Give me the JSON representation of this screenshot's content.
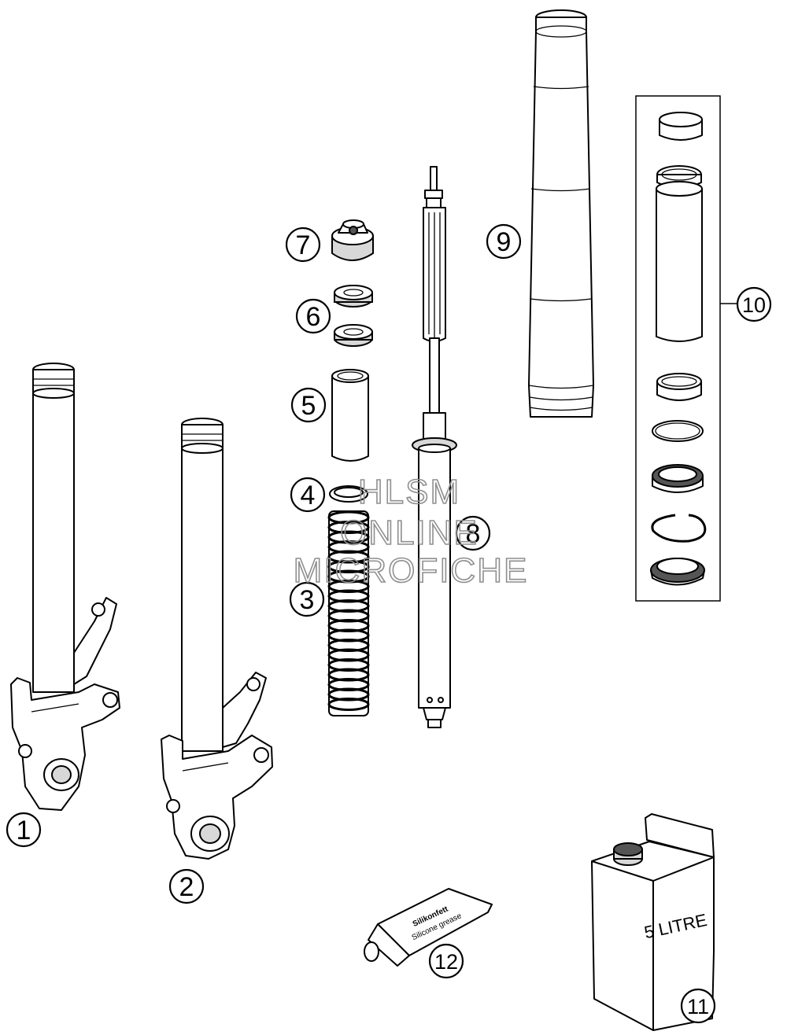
{
  "diagram": {
    "callouts": [
      {
        "id": "1",
        "label": "1"
      },
      {
        "id": "2",
        "label": "2"
      },
      {
        "id": "3",
        "label": "3"
      },
      {
        "id": "4",
        "label": "4"
      },
      {
        "id": "5",
        "label": "5"
      },
      {
        "id": "6",
        "label": "6"
      },
      {
        "id": "7",
        "label": "7"
      },
      {
        "id": "8",
        "label": "8"
      },
      {
        "id": "9",
        "label": "9"
      },
      {
        "id": "10",
        "label": "10"
      },
      {
        "id": "11",
        "label": "11"
      },
      {
        "id": "12",
        "label": "12"
      }
    ],
    "watermark": [
      "HLSM",
      "ONLINE",
      "MICROFICHE"
    ],
    "oil_can_label": "5 LITRE",
    "grease_tube": {
      "line1": "Silikonfett",
      "line2": "Silicone grease"
    }
  }
}
